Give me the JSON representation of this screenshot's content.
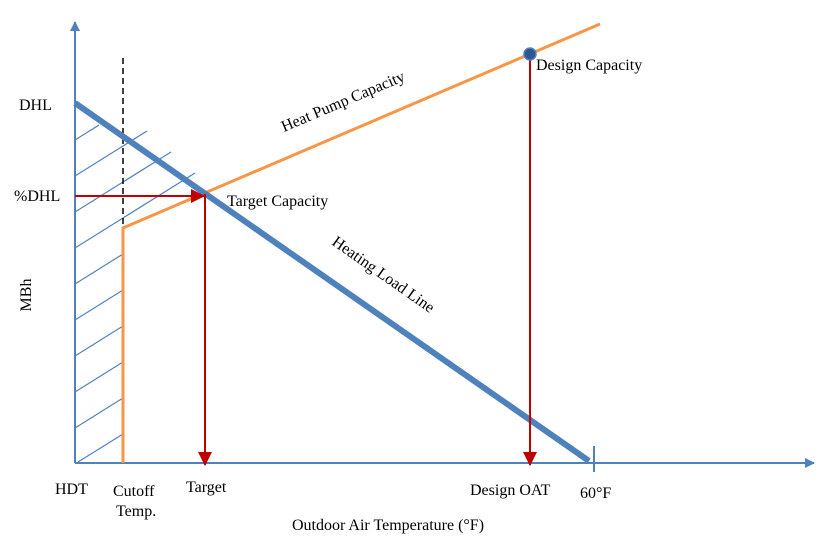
{
  "colors": {
    "axis": "#4F81BD",
    "load_line": "#4F81BD",
    "hatch": "#4F81BD",
    "capacity_line": "#F79646",
    "arrow": "#C00000",
    "cutoff_dash": "#000000",
    "text": "#000000"
  },
  "labels": {
    "dhl": "DHL",
    "pct_dhl": "%DHL",
    "y_axis": "MBh",
    "x_axis": "Outdoor Air Temperature (°F)",
    "hdt": "HDT",
    "cutoff_line1": "Cutoff",
    "cutoff_line2": "Temp.",
    "target": "Target",
    "design_oat": "Design OAT",
    "sixty": "60°F",
    "heat_pump_capacity": "Heat Pump Capacity",
    "heating_load_line": "Heating Load Line",
    "target_capacity": "Target Capacity",
    "design_capacity": "Design Capacity"
  }
}
